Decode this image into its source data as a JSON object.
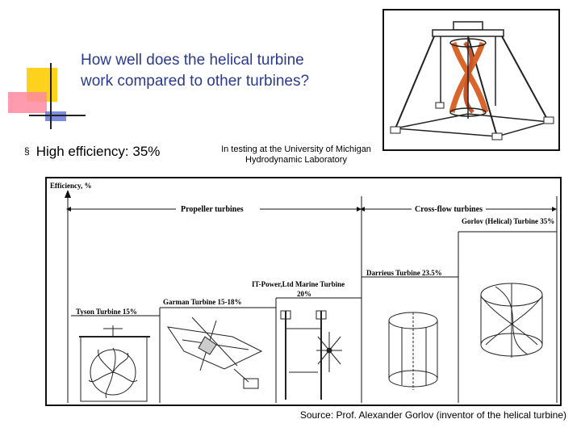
{
  "slide": {
    "title_line1": "How well does the helical turbine",
    "title_line2": "work compared to other turbines?",
    "bullet_marker": "§",
    "bullet_text": "High efficiency: 35%",
    "testing_line1": "In testing at the University of Michigan",
    "testing_line2": "Hydrodynamic Laboratory",
    "source": "Source: Prof. Alexander Gorlov (inventor of the helical turbine)"
  },
  "figure": {
    "y_axis_label": "Efficiency, %",
    "propeller_label": "Propeller turbines",
    "crossflow_label": "Cross-flow turbines",
    "turbines": [
      {
        "name": "Tyson Turbine",
        "efficiency": "15%"
      },
      {
        "name": "Garman Turbine",
        "efficiency": "15-18%"
      },
      {
        "name": "IT-Power,Ltd Marine Turbine",
        "efficiency": "20%"
      },
      {
        "name": "Darrieus Turbine",
        "efficiency": "23.5%"
      },
      {
        "name": "Gorlov (Helical) Turbine",
        "efficiency": "35%"
      }
    ]
  },
  "colors": {
    "title": "#2b3a8f",
    "accent_yellow": "#ffd21e",
    "accent_pink": "#ff8aa0",
    "accent_blue": "#5c6fd6",
    "helix_orange": "#d9652b"
  }
}
